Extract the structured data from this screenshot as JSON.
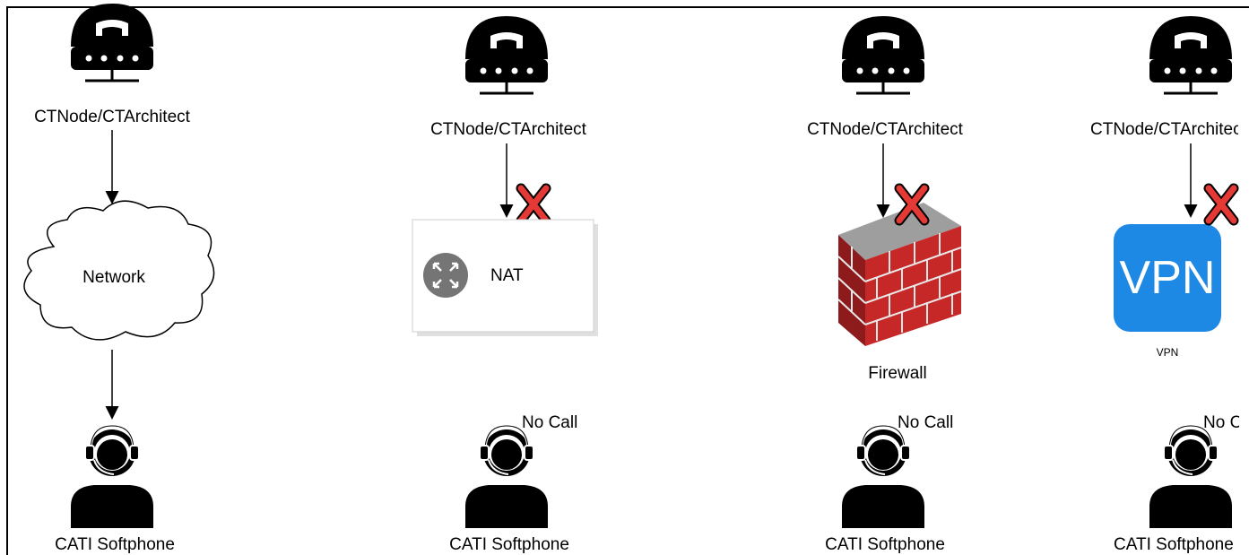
{
  "columns": [
    {
      "node_label": "CTNode/CTArchitect",
      "middle_label": "Network",
      "middle_icon": "cloud-icon",
      "agent_label": "CATI Softphone",
      "status": "",
      "blocked": false
    },
    {
      "node_label": "CTNode/CTArchitect",
      "middle_label": "NAT",
      "middle_icon": "nat-router-icon",
      "agent_label": "CATI Softphone",
      "status": "No Call",
      "blocked": true
    },
    {
      "node_label": "CTNode/CTArchitect",
      "middle_label": "Firewall",
      "middle_icon": "firewall-icon",
      "agent_label": "CATI Softphone",
      "status": "No Call",
      "blocked": true
    },
    {
      "node_label": "CTNode/CTArchitect",
      "middle_label": "VPN",
      "middle_icon": "vpn-icon",
      "vpn_badge_text": "VPN",
      "agent_label": "CATI Softphone",
      "status": "No Call",
      "blocked": true
    }
  ],
  "colors": {
    "phone": "#000000",
    "blocked_x": "#e53935",
    "firewall_brick": "#c62828",
    "vpn_blue": "#1e88e5",
    "nat_circle": "#757575"
  }
}
